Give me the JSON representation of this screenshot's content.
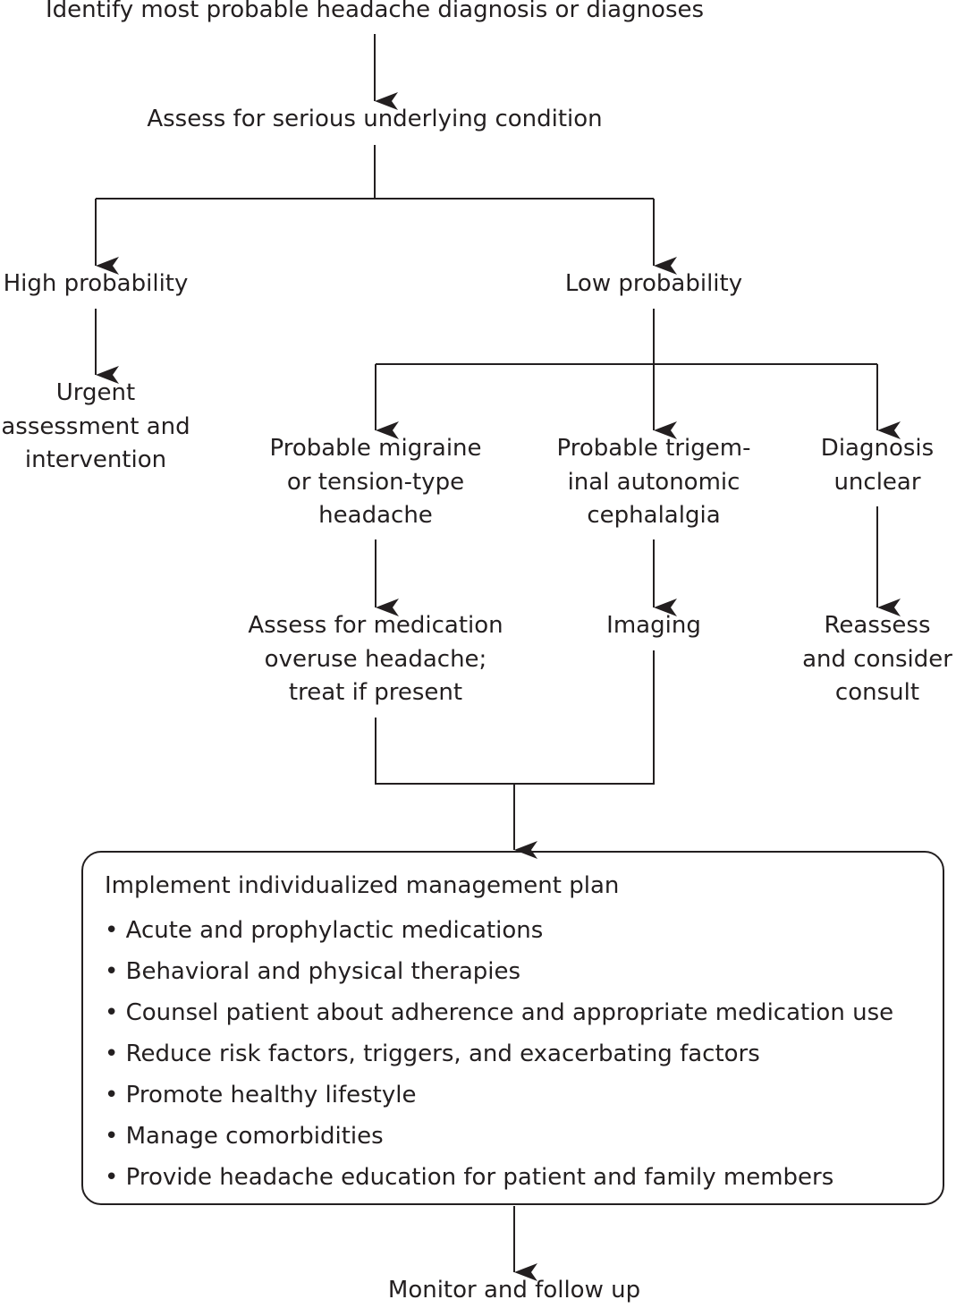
{
  "nodes": {
    "identify": "Identify most probable headache diagnosis or diagnoses",
    "assess": "Assess for serious underlying condition",
    "high": "High probability",
    "low": "Low probability",
    "urgent": [
      "Urgent",
      "assessment and",
      "intervention"
    ],
    "migraine": [
      "Probable migraine",
      "or tension-type",
      "headache"
    ],
    "trigeminal": [
      "Probable trigem-",
      "inal autonomic",
      "cephalalgia"
    ],
    "unclear": [
      "Diagnosis",
      "unclear"
    ],
    "moh": [
      "Assess for medication",
      "overuse headache;",
      "treat if present"
    ],
    "imaging": "Imaging",
    "reassess": [
      "Reassess",
      "and consider",
      "consult"
    ],
    "monitor": "Monitor and follow up"
  },
  "plan": {
    "title": "Implement individualized management plan",
    "items": [
      "Acute and prophylactic medications",
      "Behavioral and physical therapies",
      "Counsel patient about adherence and appropriate medication use",
      "Reduce risk factors, triggers, and exacerbating factors",
      "Promote healthy lifestyle",
      "Manage comorbidities",
      "Provide headache education for patient and family members"
    ]
  },
  "colors": {
    "ink": "#231f20",
    "background": "#ffffff"
  }
}
